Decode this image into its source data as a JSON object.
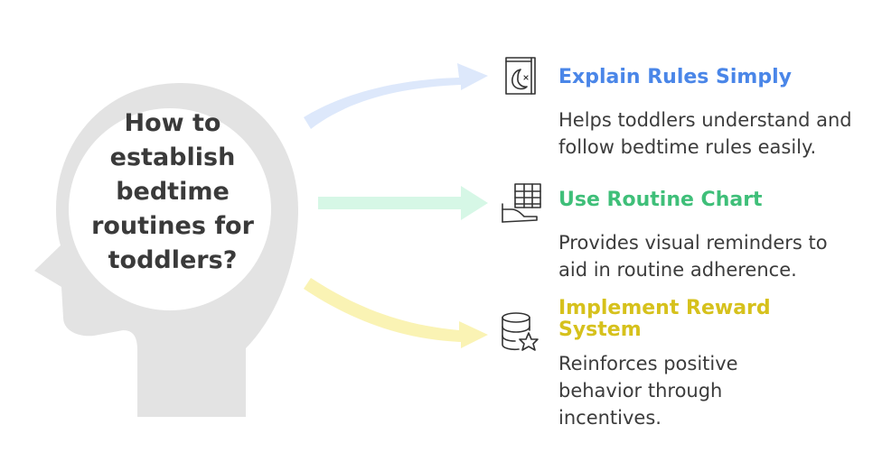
{
  "central_question": "How to establish bedtime routines for toddlers?",
  "items": [
    {
      "title": "Explain Rules Simply",
      "description": "Helps toddlers understand and follow bedtime rules easily.",
      "icon": "moon-book-icon",
      "title_color": "#4a86e8",
      "arrow_color": "#dde8fb"
    },
    {
      "title": "Use Routine Chart",
      "description": "Provides visual reminders to aid in routine adherence.",
      "icon": "chart-hand-icon",
      "title_color": "#3fbf79",
      "arrow_color": "#d6f7e6"
    },
    {
      "title": "Implement Reward System",
      "description": "Reinforces positive behavior through incentives.",
      "icon": "database-star-icon",
      "title_color": "#d6c11c",
      "arrow_color": "#faf3b4"
    }
  ],
  "colors": {
    "head": "#e3e3e3",
    "head_inner": "#ffffff",
    "icon_stroke": "#333333"
  }
}
